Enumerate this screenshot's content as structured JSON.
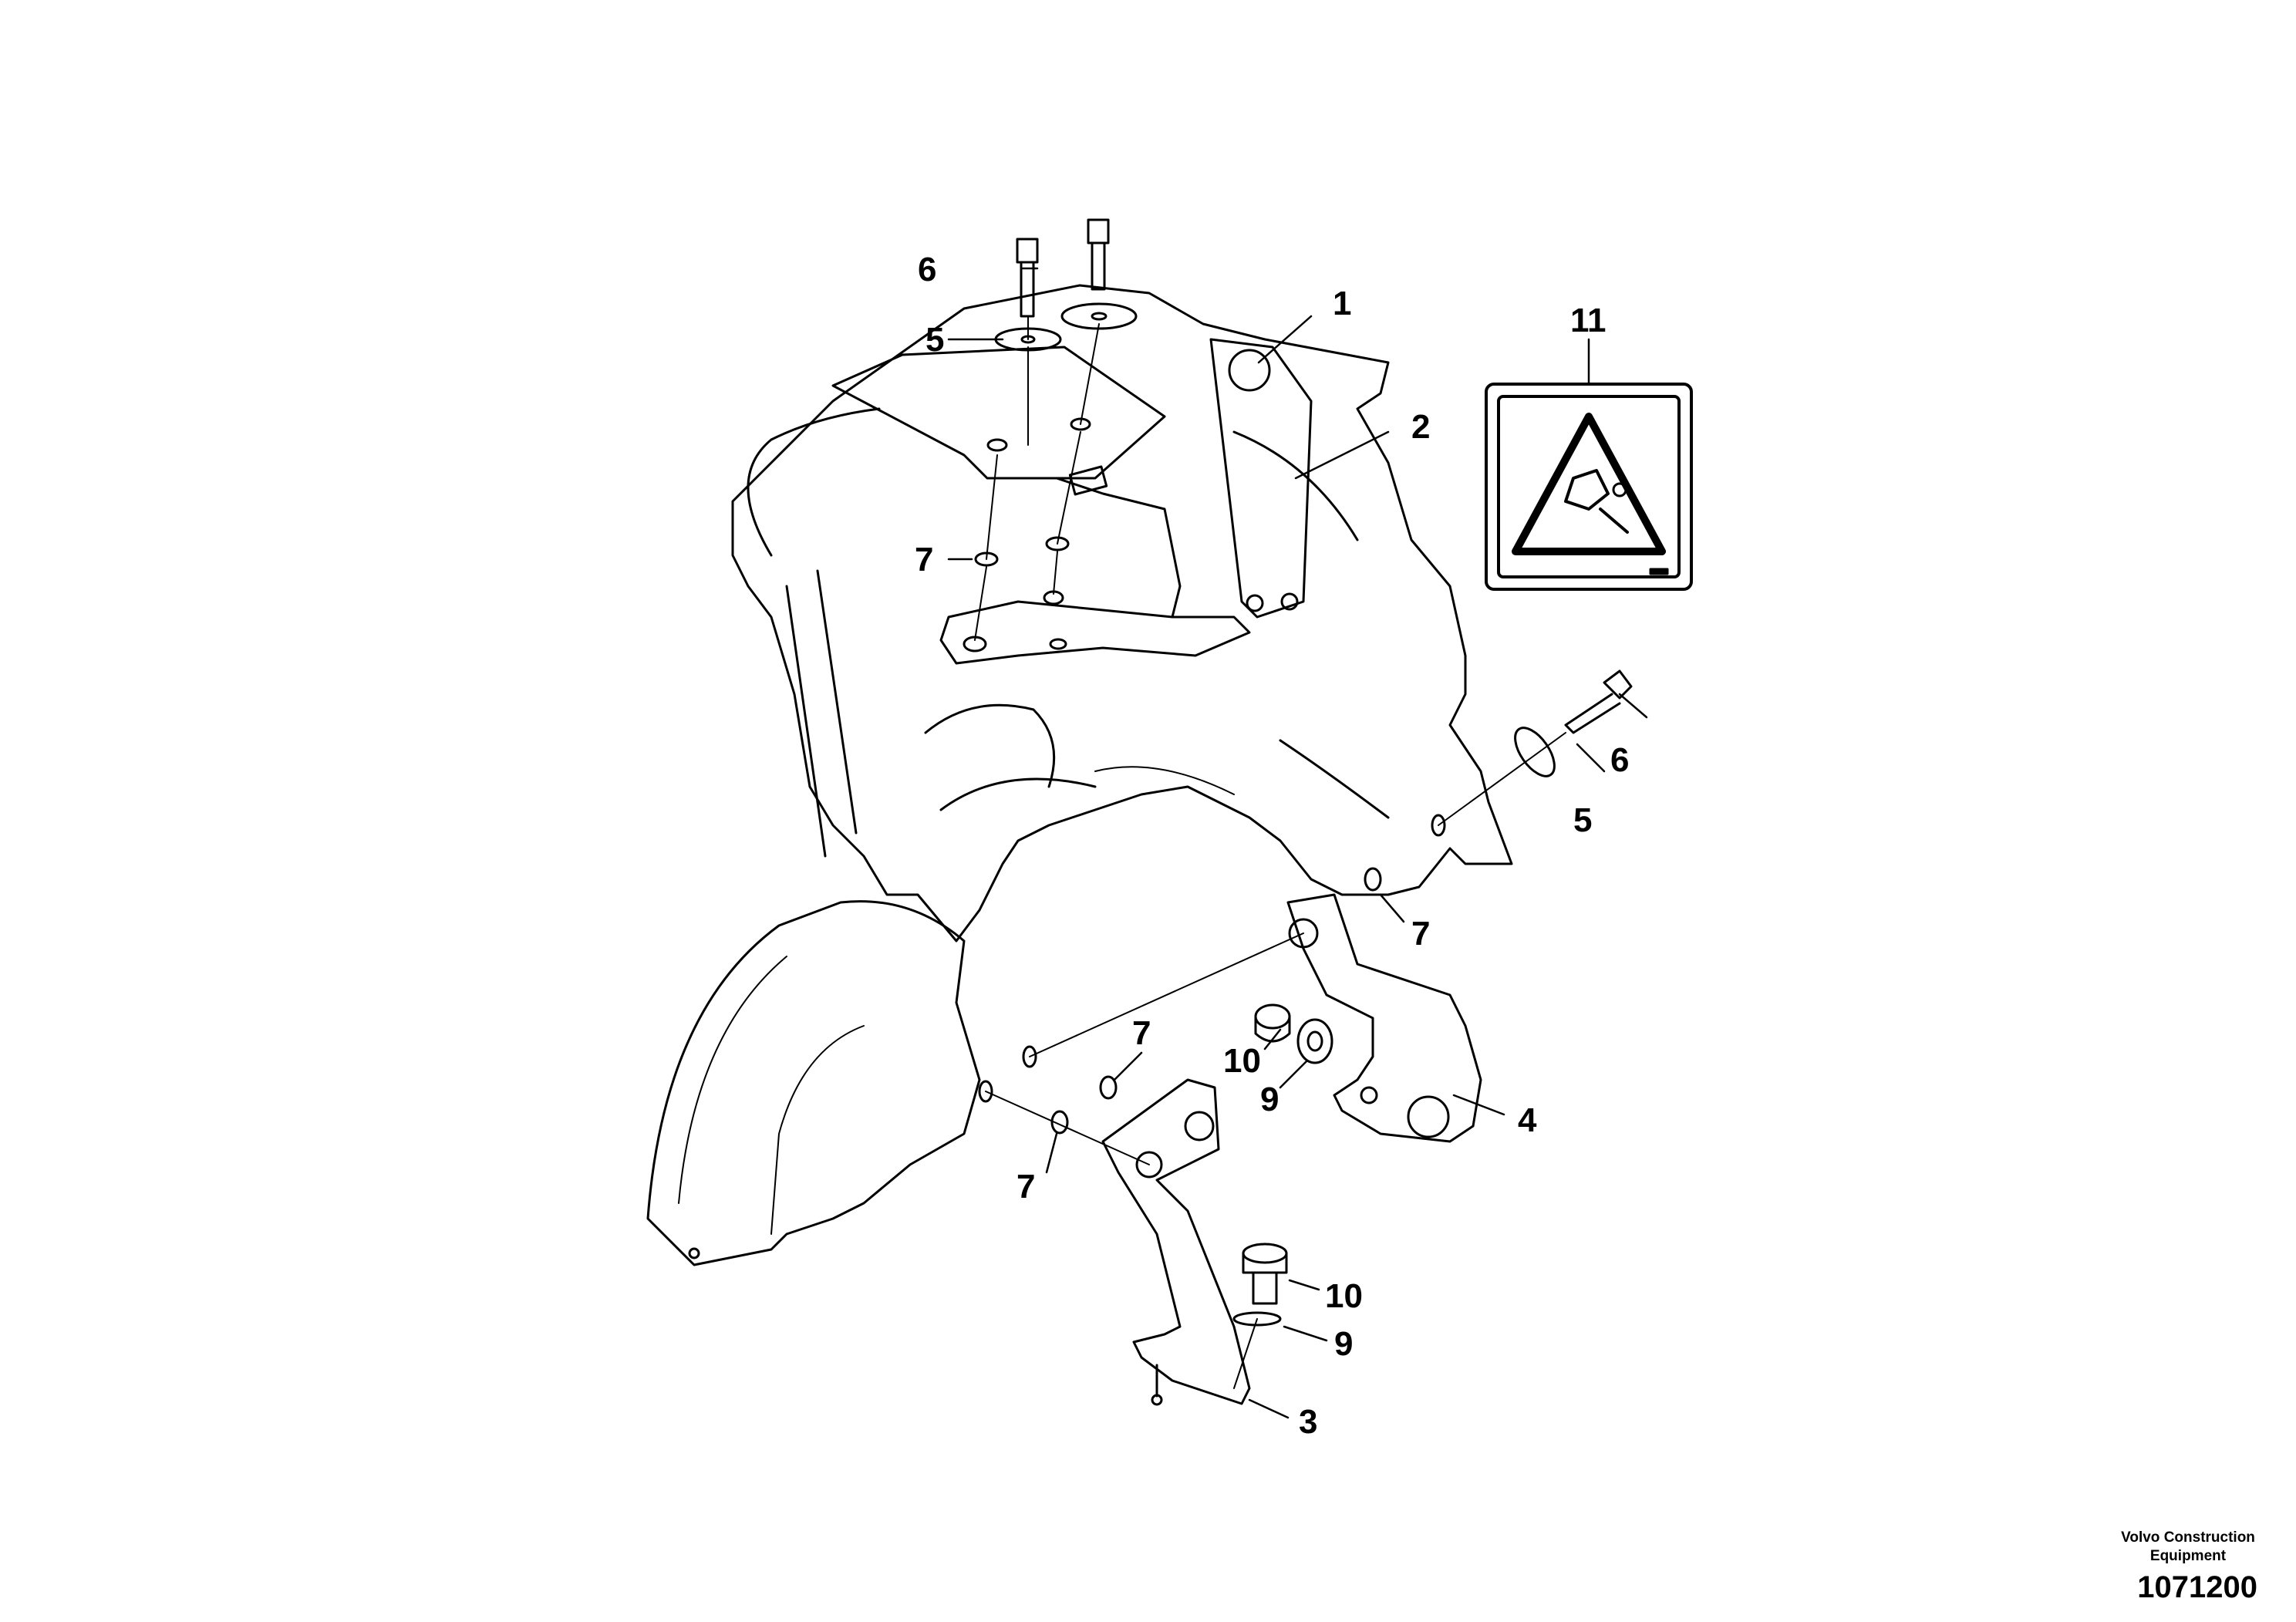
{
  "callouts": {
    "c1": "1",
    "c2": "2",
    "c3": "3",
    "c4": "4",
    "c5a": "5",
    "c5b": "5",
    "c6a": "6",
    "c6b": "6",
    "c7a": "7",
    "c7b": "7",
    "c7c": "7",
    "c7d": "7",
    "c9a": "9",
    "c9b": "9",
    "c10a": "10",
    "c10b": "10",
    "c11": "11"
  },
  "footer": {
    "company_line1": "Volvo Construction",
    "company_line2": "Equipment",
    "drawing_number": "1071200"
  },
  "icons": {
    "warning_decal": "warning-triangle-icon"
  }
}
